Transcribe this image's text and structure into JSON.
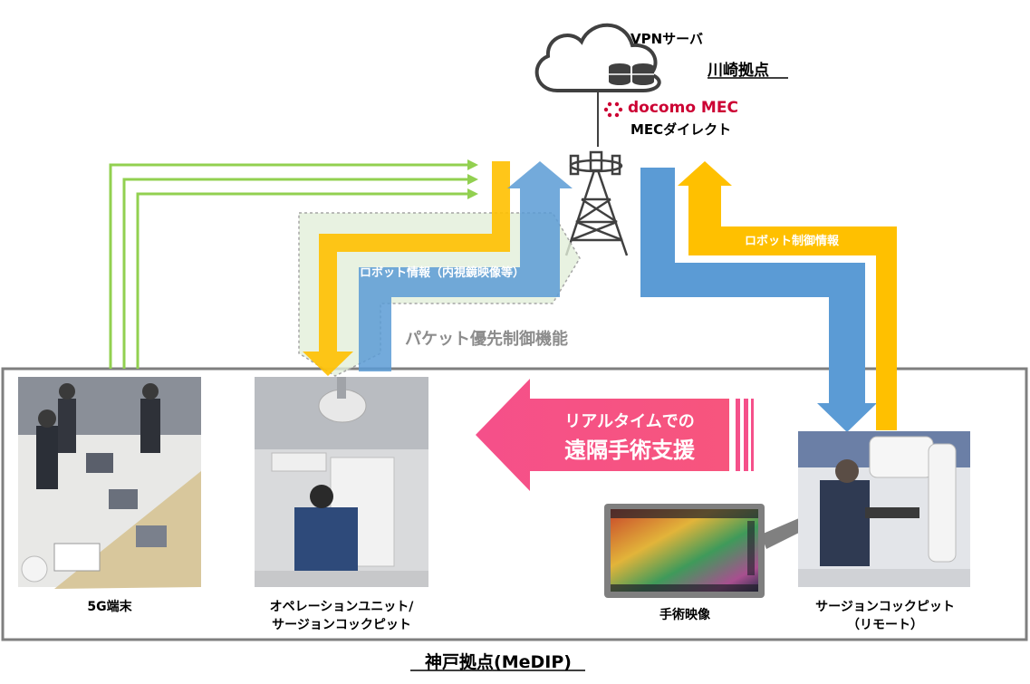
{
  "cloud": {
    "server_label": "VPNサーバ",
    "site_label": "川崎拠点",
    "brand_label": "docomo MEC",
    "service_label": "MECダイレクト"
  },
  "flows": {
    "robot_info_label": "ロボット情報（内視鏡映像等）",
    "robot_control_label": "ロボット制御情報",
    "packet_priority_label": "パケット優先制御機能"
  },
  "callout": {
    "line1": "リアルタイムでの",
    "line2": "遠隔手術支援"
  },
  "site": {
    "site_label": "神戸拠点(MeDIP)",
    "items": [
      {
        "label": "5G端末"
      },
      {
        "label_line1": "オペレーションユニット/",
        "label_line2": "サージョンコックピット"
      },
      {
        "label": "手術映像"
      },
      {
        "label_line1": "サージョンコックピット",
        "label_line2": "（リモート）"
      }
    ]
  },
  "colors": {
    "green_line": "#92d050",
    "yellow_flow": "#ffc000",
    "blue_flow": "#5b9bd5",
    "pink_arrow": "#f0507a",
    "docomo_red": "#cc0033",
    "frame": "#7f7f7f"
  }
}
